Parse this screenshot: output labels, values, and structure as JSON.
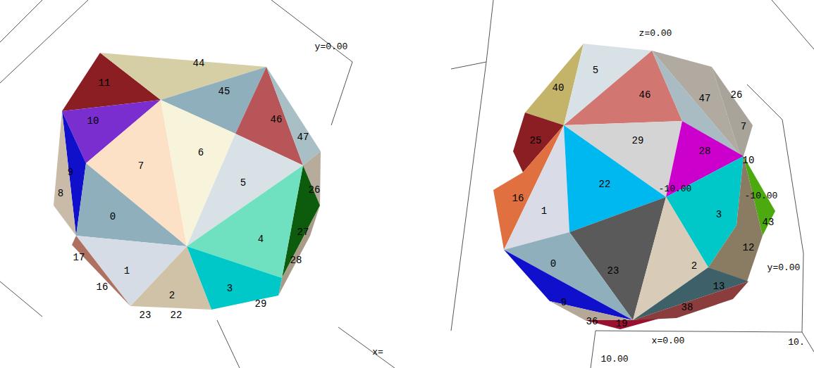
{
  "diagram": {
    "labels": [
      "11",
      "44",
      "10",
      "45",
      "7",
      "6",
      "46",
      "47",
      "9",
      "8",
      "5",
      "0",
      "26",
      "4",
      "27",
      "17",
      "1",
      "16",
      "3",
      "28",
      "2",
      "29",
      "23",
      "22",
      "y=0.00",
      "x=",
      "z=0.00",
      "40",
      "5",
      "46",
      "47",
      "26",
      "25",
      "29",
      "7",
      "28",
      "16",
      "22",
      "10",
      "-10.00",
      "-10.00",
      "3",
      "43",
      "1",
      "12",
      "23",
      "2",
      "0",
      "9",
      "13",
      "36",
      "19",
      "38",
      "y=0.00",
      "x=0.00",
      "10.00",
      "10."
    ]
  }
}
